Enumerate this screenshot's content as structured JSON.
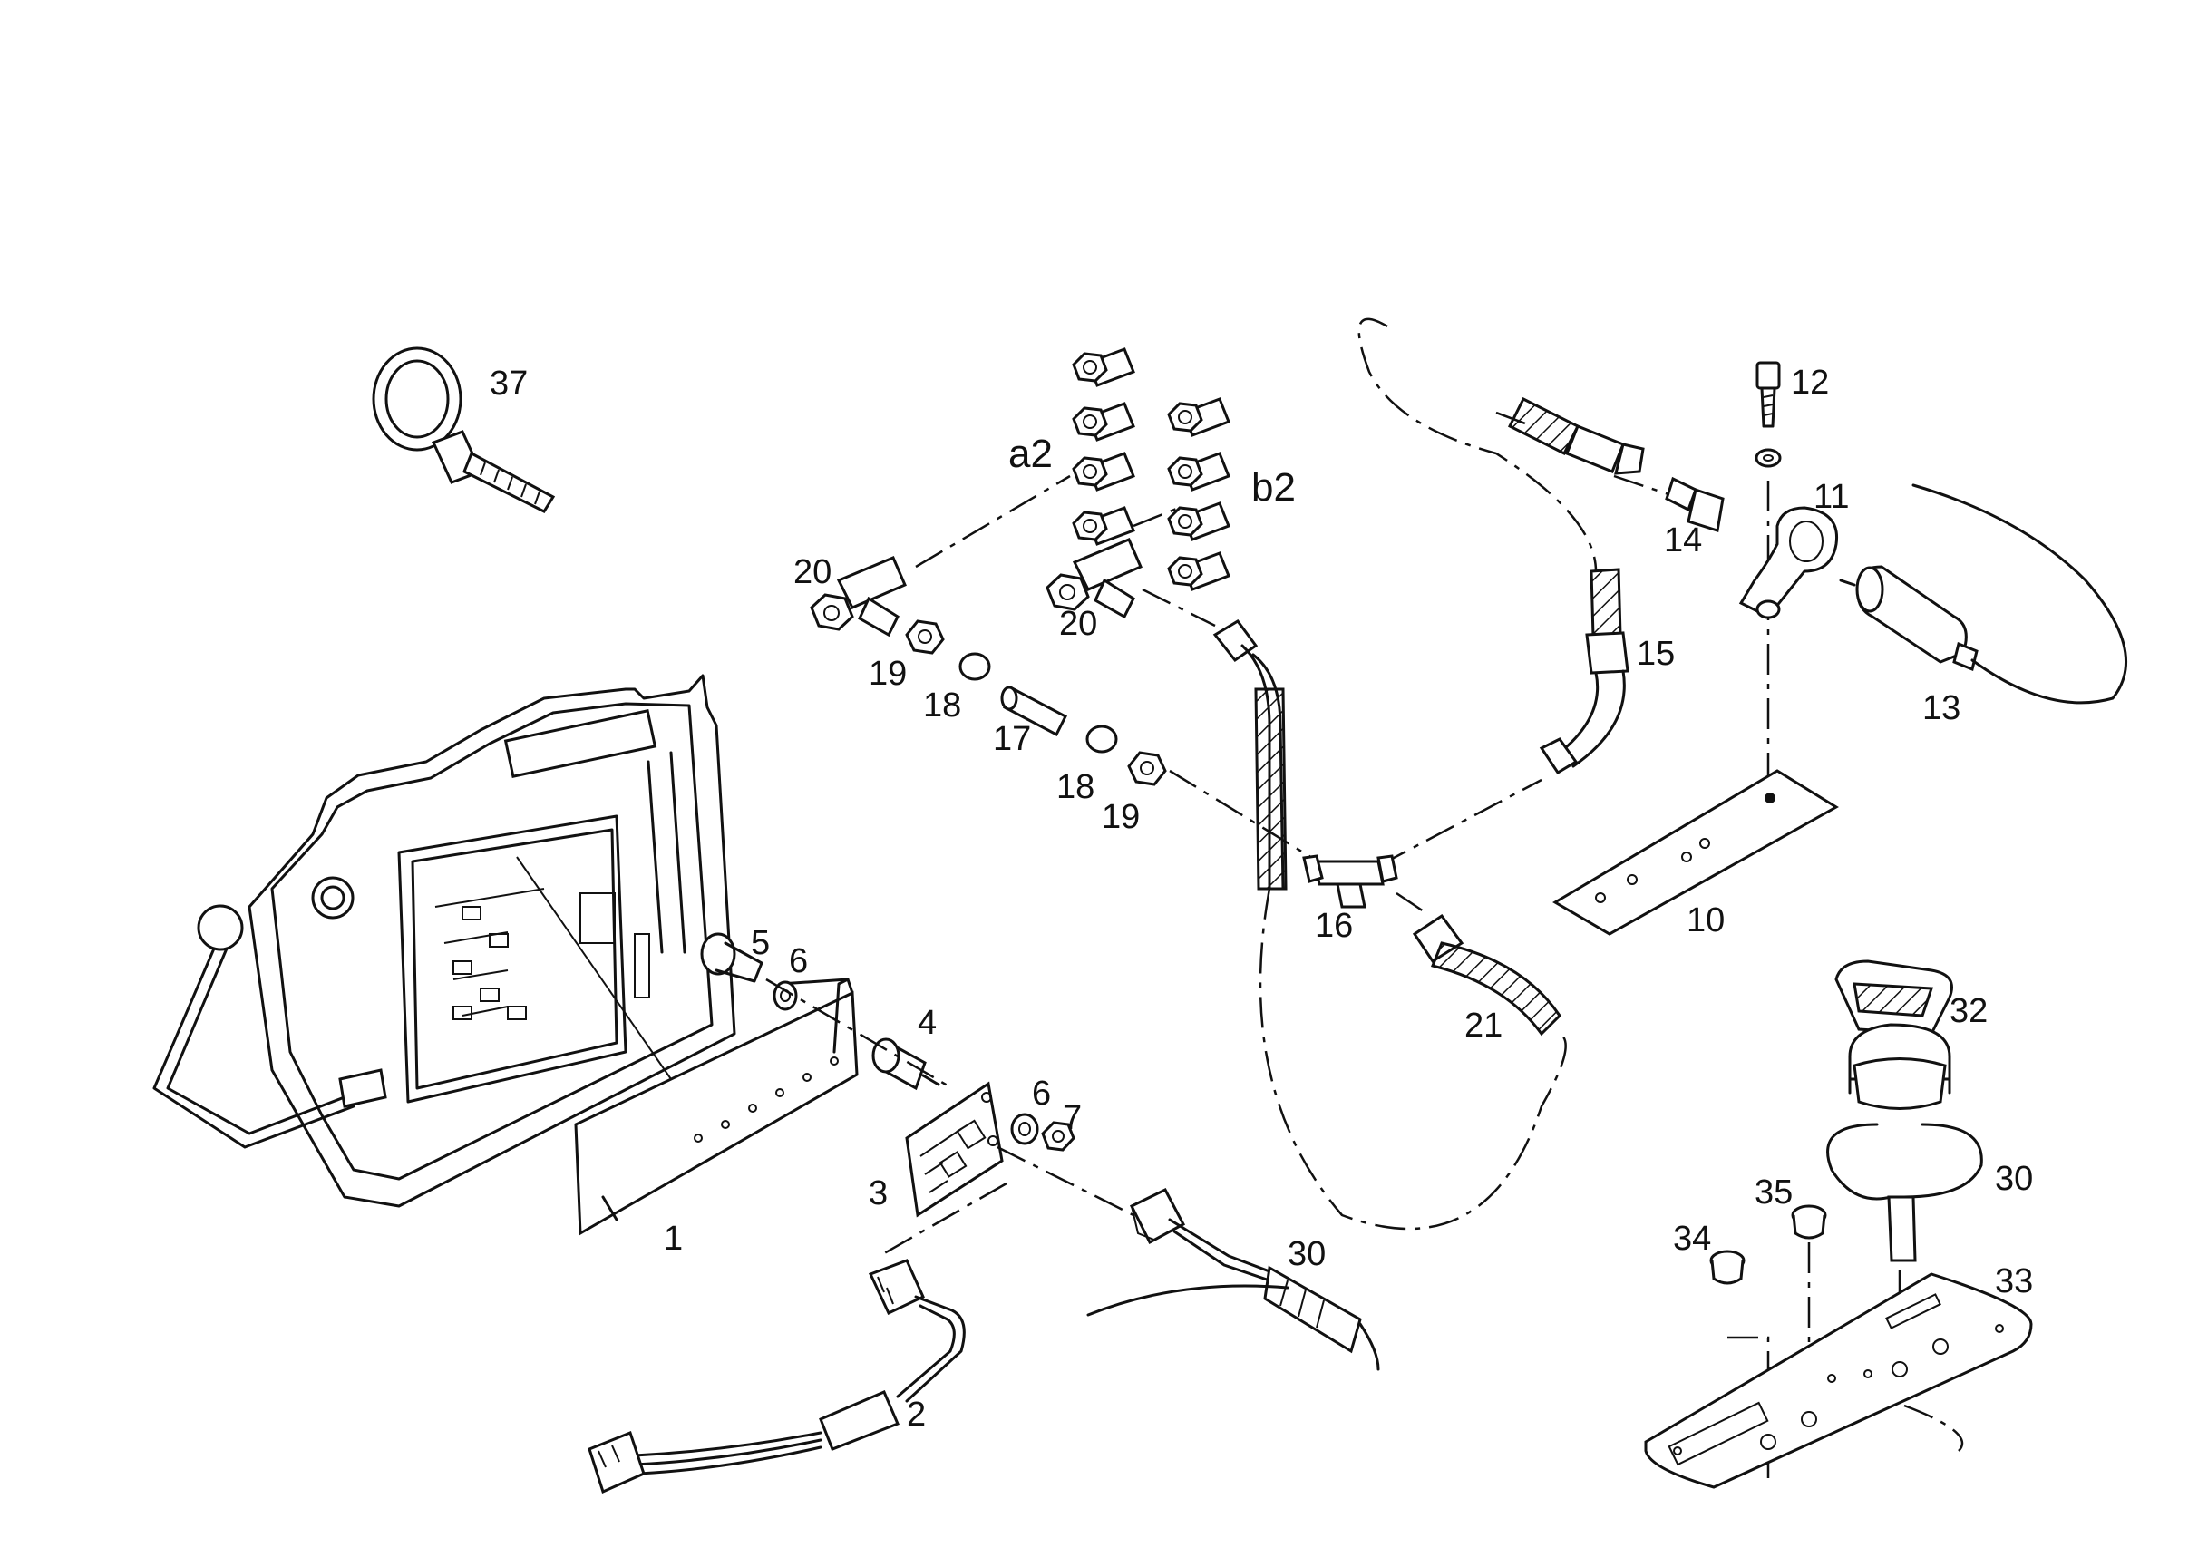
{
  "callouts": {
    "c1": "1",
    "c2": "2",
    "c3": "3",
    "c4": "4",
    "c5": "5",
    "c6a": "6",
    "c6b": "6",
    "c7": "7",
    "c10": "10",
    "c11": "11",
    "c12": "12",
    "c13": "13",
    "c14": "14",
    "c15": "15",
    "c16": "16",
    "c17": "17",
    "c18a": "18",
    "c18b": "18",
    "c19a": "19",
    "c19b": "19",
    "c20a": "20",
    "c20b": "20",
    "c21": "21",
    "c30a": "30",
    "c30b": "30",
    "c32": "32",
    "c33": "33",
    "c34": "34",
    "c35": "35",
    "c37": "37",
    "ca2": "a2",
    "cb2": "b2"
  }
}
